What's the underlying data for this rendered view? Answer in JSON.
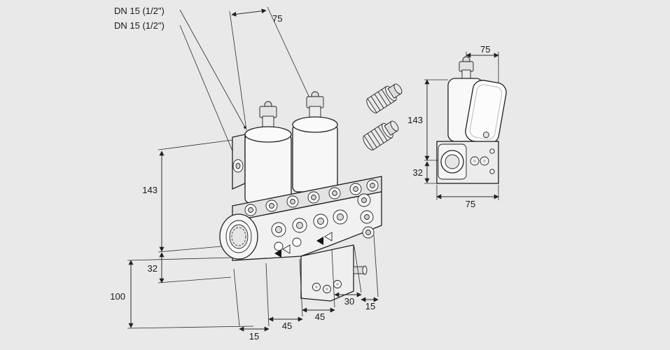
{
  "colors": {
    "bg": "#e9e9e9",
    "line": "#1f1f1f",
    "dim_line": "#2b2b2b",
    "body_fill": "#f1f1f1"
  },
  "callouts": {
    "dn1": "DN 15 (1/2\")",
    "dn2": "DN 15 (1/2\")"
  },
  "main_view": {
    "dim_top_width": "75",
    "dim_height": "143",
    "dim_flange_axis": "32",
    "dim_base_height": "100",
    "dim_bottom_1": "15",
    "dim_bottom_2": "45",
    "dim_bottom_3": "45",
    "dim_bottom_4": "30",
    "dim_bottom_5": "15"
  },
  "side_view": {
    "dim_top_width": "75",
    "dim_height": "143",
    "dim_flange_axis": "32",
    "dim_bottom_width": "75"
  }
}
